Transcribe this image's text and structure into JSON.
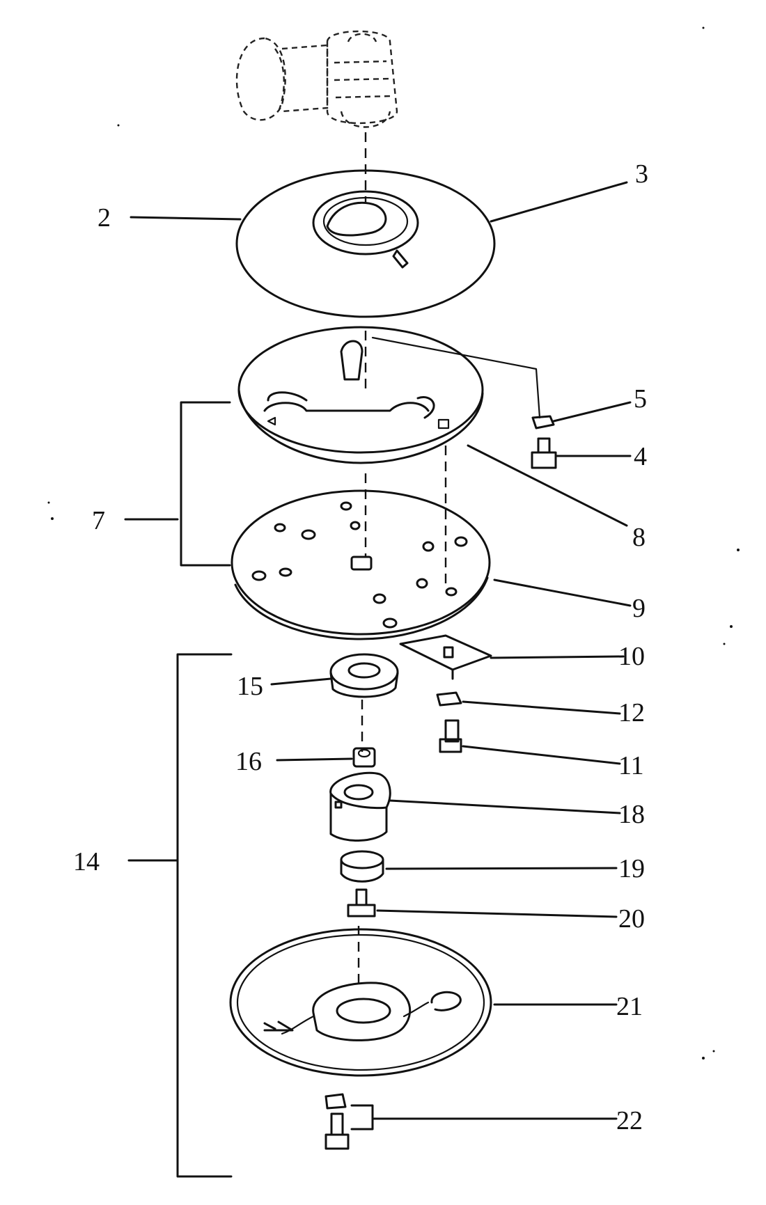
{
  "labels": {
    "l2": "2",
    "l3": "3",
    "l4": "4",
    "l5": "5",
    "l7": "7",
    "l8": "8",
    "l9": "9",
    "l10": "10",
    "l11": "11",
    "l12": "12",
    "l14": "14",
    "l15": "15",
    "l16": "16",
    "l18": "18",
    "l19": "19",
    "l20": "20",
    "l21": "21",
    "l22": "22"
  }
}
